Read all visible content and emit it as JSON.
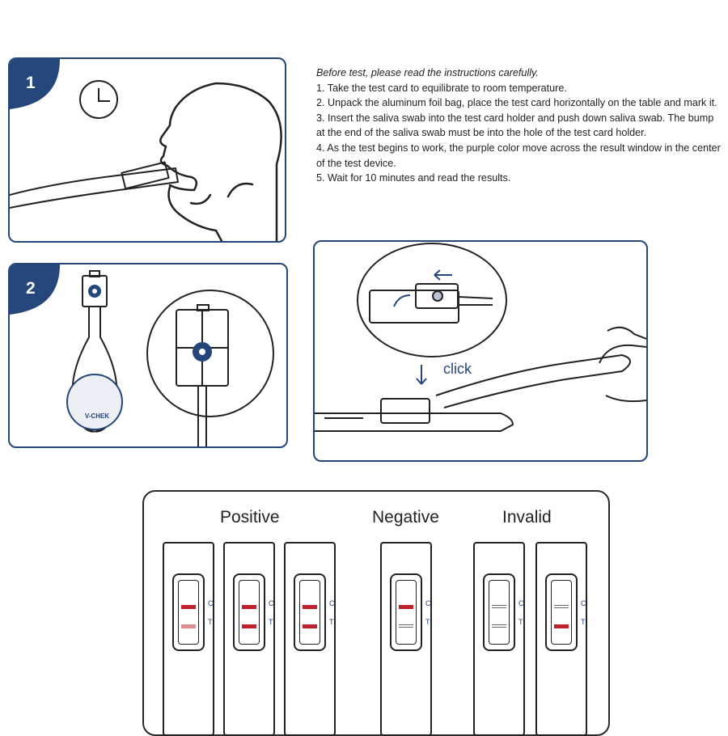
{
  "steps": {
    "step1_number": "1",
    "step2_number": "2"
  },
  "instructions": {
    "intro": "Before test, please read the instructions carefully.",
    "items": [
      "1. Take the test card to equilibrate to room temperature.",
      "2. Unpack the aluminum foil bag, place the test card horizontally on the table and mark it.",
      "3. Insert the saliva swab into the test card holder and push down saliva swab. The bump at the end of the saliva swab must be into the hole of the test card holder.",
      "4. As the test begins to work, the purple color move across the result window in the center of the test device.",
      "5. Wait for 10 minutes and read the results."
    ]
  },
  "swab_brand": "V-CHEK",
  "click_label": "click",
  "results": {
    "groups": [
      "Positive",
      "Negative",
      "Invalid"
    ],
    "control_mark": "C",
    "test_mark": "T",
    "cassettes": [
      {
        "group": "Positive",
        "c_line": "red",
        "t_line": "faint"
      },
      {
        "group": "Positive",
        "c_line": "red",
        "t_line": "red"
      },
      {
        "group": "Positive",
        "c_line": "red",
        "t_line": "red"
      },
      {
        "group": "Negative",
        "c_line": "red",
        "t_line": "none"
      },
      {
        "group": "Invalid",
        "c_line": "none",
        "t_line": "none"
      },
      {
        "group": "Invalid",
        "c_line": "none",
        "t_line": "red"
      }
    ]
  },
  "colors": {
    "frame": "#24467a",
    "line_red": "#c0202a",
    "line_faint": "#e08a8e"
  }
}
